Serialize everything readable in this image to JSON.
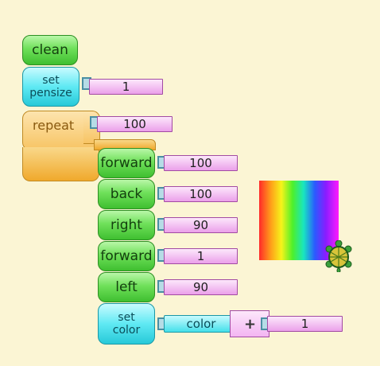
{
  "blocks": {
    "clean": "clean",
    "set_pensize": {
      "line1": "set",
      "line2": "pensize",
      "value": "1"
    },
    "repeat": {
      "label": "repeat",
      "value": "100"
    },
    "forward1": {
      "label": "forward",
      "value": "100"
    },
    "back": {
      "label": "back",
      "value": "100"
    },
    "right": {
      "label": "right",
      "value": "90"
    },
    "forward2": {
      "label": "forward",
      "value": "1"
    },
    "left": {
      "label": "left",
      "value": "90"
    },
    "set_color": {
      "line1": "set",
      "line2": "color",
      "reporter": "color",
      "operator": "+",
      "value": "1"
    }
  },
  "canvas": {
    "turtle_icon": "turtle-icon",
    "trail": "rainbow-trail"
  }
}
